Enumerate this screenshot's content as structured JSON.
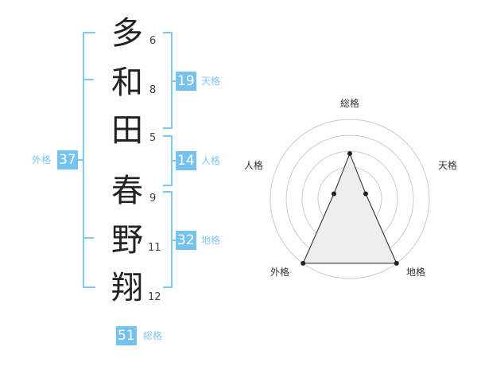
{
  "name": {
    "chars": [
      "多",
      "和",
      "田",
      "春",
      "野",
      "翔"
    ],
    "strokes": [
      "6",
      "8",
      "5",
      "9",
      "11",
      "12"
    ]
  },
  "grids": {
    "tenkaku": {
      "value": "19",
      "label": "天格"
    },
    "jinkaku": {
      "value": "14",
      "label": "人格"
    },
    "chikaku": {
      "value": "32",
      "label": "地格"
    },
    "gaikaku": {
      "value": "37",
      "label": "外格"
    },
    "soukaku": {
      "value": "51",
      "label": "総格"
    }
  },
  "chart_data": {
    "type": "radar",
    "axes": [
      "総格",
      "天格",
      "地格",
      "外格",
      "人格"
    ],
    "values": [
      0.57,
      0.21,
      1.0,
      1.0,
      0.21
    ],
    "rings": 5,
    "colors": {
      "fill": "#eeeeee",
      "line": "#222222",
      "ring": "#cccccc"
    }
  },
  "colors": {
    "accent": "#73c2ef",
    "bracket": "#7fc8f0"
  }
}
